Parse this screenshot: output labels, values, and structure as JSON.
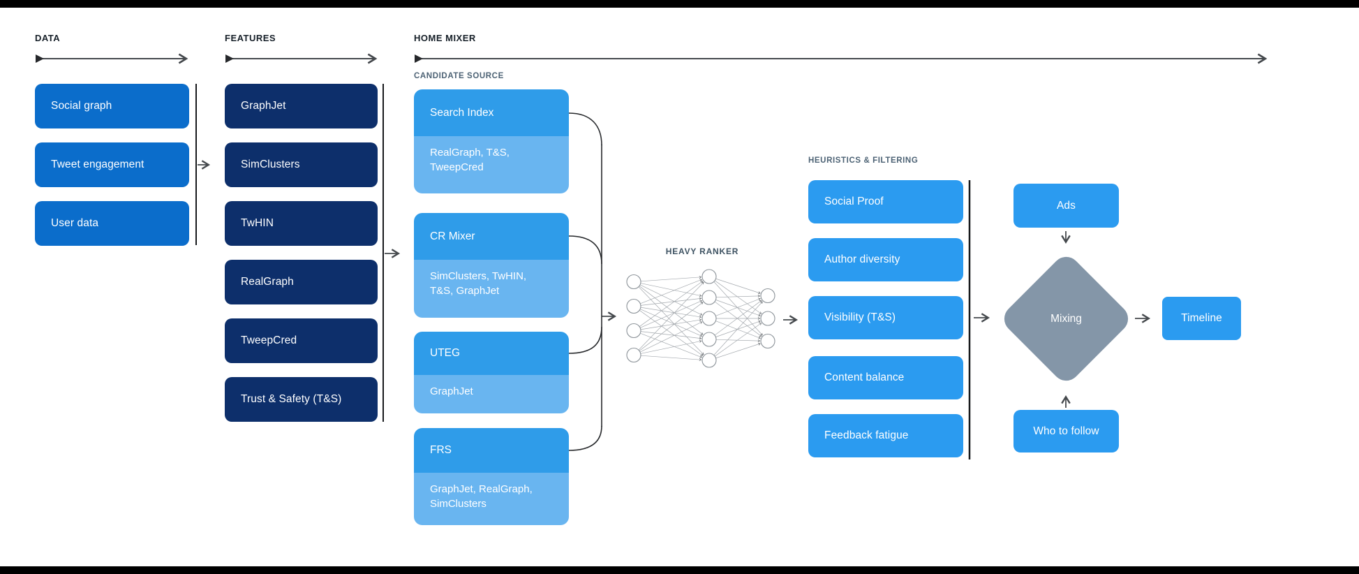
{
  "colors": {
    "data_box": "#0b6dcb",
    "features_box": "#0d2f6b",
    "candidate_top": "#2f9ce9",
    "candidate_sub": "#69b5f0",
    "bright_box": "#2b9bf0",
    "mixing_diamond": "#8496a8",
    "line": "#45494d",
    "header_text": "#161f28",
    "subheader_text": "#4c6274"
  },
  "sections": {
    "data": {
      "label": "DATA",
      "items": [
        "Social graph",
        "Tweet engagement",
        "User data"
      ]
    },
    "features": {
      "label": "FEATURES",
      "items": [
        "GraphJet",
        "SimClusters",
        "TwHIN",
        "RealGraph",
        "TweepCred",
        "Trust & Safety (T&S)"
      ]
    },
    "home_mixer": {
      "label": "HOME MIXER",
      "candidate_source": {
        "label": "CANDIDATE SOURCE",
        "groups": [
          {
            "title": "Search Index",
            "sub": "RealGraph, T&S, TweepCred"
          },
          {
            "title": "CR Mixer",
            "sub": "SimClusters, TwHIN, T&S, GraphJet"
          },
          {
            "title": "UTEG",
            "sub": "GraphJet"
          },
          {
            "title": "FRS",
            "sub": "GraphJet, RealGraph, SimClusters"
          }
        ]
      },
      "heavy_ranker": {
        "label": "HEAVY RANKER",
        "layers": [
          4,
          5,
          3
        ]
      },
      "heuristics": {
        "label": "HEURISTICS & FILTERING",
        "items": [
          "Social Proof",
          "Author diversity",
          "Visibility (T&S)",
          "Content balance",
          "Feedback fatigue"
        ]
      },
      "ads": {
        "label": "Ads"
      },
      "mixing": {
        "label": "Mixing"
      },
      "who_to_follow": {
        "label": "Who to follow"
      },
      "timeline": {
        "label": "Timeline"
      }
    }
  }
}
